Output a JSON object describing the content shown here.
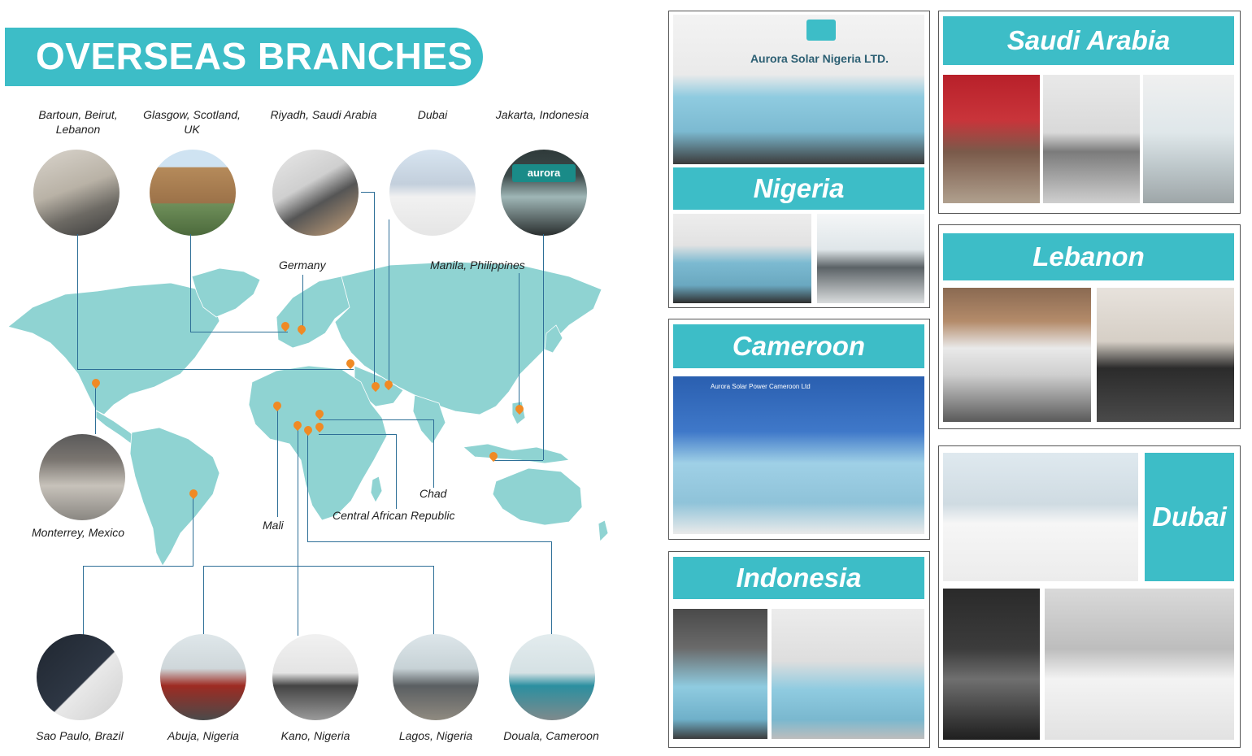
{
  "title": "OVERSEAS BRANCHES",
  "top_locations": [
    {
      "label": "Bartoun, Beirut,\nLebanon"
    },
    {
      "label": "Glasgow, Scotland,\nUK"
    },
    {
      "label": "Riyadh, Saudi Arabia"
    },
    {
      "label": "Dubai"
    },
    {
      "label": "Jakarta, Indonesia"
    }
  ],
  "bottom_locations": [
    {
      "label": "Sao Paulo, Brazil"
    },
    {
      "label": "Abuja, Nigeria"
    },
    {
      "label": "Kano, Nigeria"
    },
    {
      "label": "Lagos, Nigeria"
    },
    {
      "label": "Douala, Cameroon"
    }
  ],
  "side_location": {
    "label": "Monterrey, Mexico"
  },
  "map_labels": {
    "germany": "Germany",
    "manila": "Manila, Philippines",
    "chad": "Chad",
    "car": "Central African Republic",
    "mali": "Mali"
  },
  "sign_texts": {
    "nigeria_sign": "Aurora Solar Nigeria LTD.",
    "cameroon_banner": "Aurora Solar Power Cameroon Ltd",
    "aurora_logo": "aurora"
  },
  "panels": {
    "nigeria": "Nigeria",
    "cameroon": "Cameroon",
    "indonesia": "Indonesia",
    "saudi": "Saudi Arabia",
    "lebanon": "Lebanon",
    "dubai": "Dubai"
  },
  "colors": {
    "accent": "#3dbdc7",
    "map": "#8fd3d2",
    "pin": "#f08a24",
    "line": "#2e6f97"
  }
}
